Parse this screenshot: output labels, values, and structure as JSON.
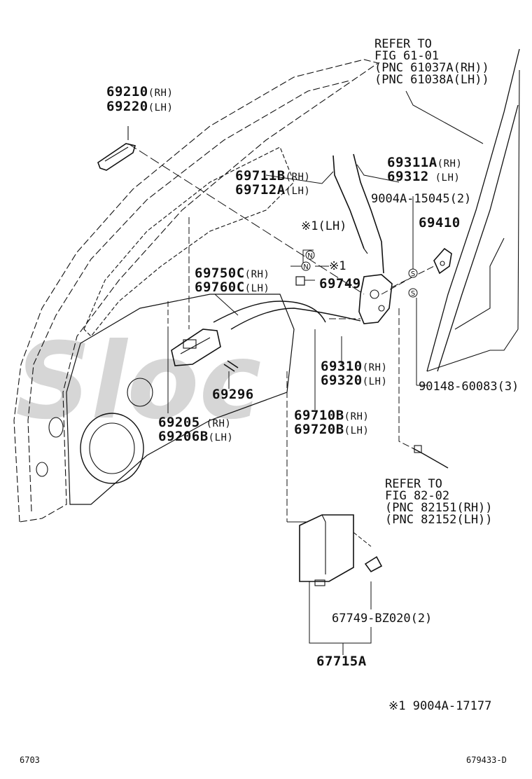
{
  "diagram": {
    "watermark": "Sloc",
    "page_code": "6703",
    "figure_code": "679433-D",
    "footnote": {
      "mark": "※1",
      "part": "9004A-17177"
    },
    "parts": {
      "p69210": {
        "num": "69210",
        "side": "(RH)"
      },
      "p69220": {
        "num": "69220",
        "side": "(LH)"
      },
      "p69711B": {
        "num": "69711B",
        "side": "(RH)"
      },
      "p69712A": {
        "num": "69712A",
        "side": "(LH)"
      },
      "p69311A": {
        "num": "69311A",
        "side": "(RH)"
      },
      "p69312": {
        "num": "69312",
        "side": " (LH)"
      },
      "p9004A15045": {
        "text": "9004A-15045(2)"
      },
      "p69410": {
        "num": "69410"
      },
      "x1lh": {
        "text": "※1(LH)"
      },
      "x1": {
        "text": "※1"
      },
      "p69749": {
        "num": "69749"
      },
      "p69750C": {
        "num": "69750C",
        "side": "(RH)"
      },
      "p69760C": {
        "num": "69760C",
        "side": "(LH)"
      },
      "p69310": {
        "num": "69310",
        "side": "(RH)"
      },
      "p69320": {
        "num": "69320",
        "side": "(LH)"
      },
      "p9014860083": {
        "text": "90148-60083(3)"
      },
      "p69296": {
        "num": "69296"
      },
      "p69205": {
        "num": "69205",
        "side": " (RH)"
      },
      "p69206B": {
        "num": "69206B",
        "side": "(LH)"
      },
      "p69710B": {
        "num": "69710B",
        "side": "(RH)"
      },
      "p69720B": {
        "num": "69720B",
        "side": "(LH)"
      },
      "p67749": {
        "text": "67749-BZ020(2)"
      },
      "p67715A": {
        "num": "67715A"
      }
    },
    "refs": {
      "ref1": [
        "REFER TO",
        "FIG 61-01",
        "(PNC 61037A(RH))",
        "(PNC 61038A(LH))"
      ],
      "ref2": [
        "REFER TO",
        "FIG 82-02",
        "(PNC 82151(RH))",
        "(PNC 82152(LH))"
      ]
    },
    "symbols": {
      "n": "N",
      "s": "S"
    }
  }
}
